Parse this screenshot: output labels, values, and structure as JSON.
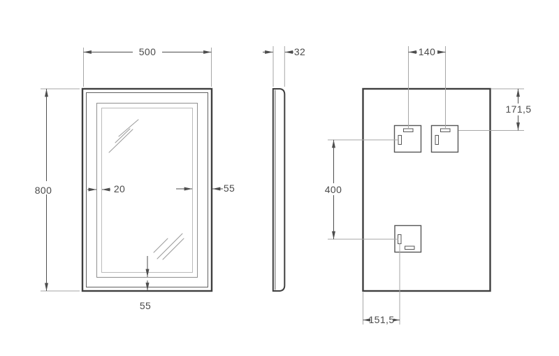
{
  "views": {
    "front": {
      "dimensions": {
        "width": "500",
        "height": "800",
        "frame_gap": "20",
        "frame_inset_right": "55",
        "frame_inset_bottom": "55"
      }
    },
    "side": {
      "dimensions": {
        "depth": "32"
      }
    },
    "back": {
      "dimensions": {
        "bracket_spacing": "140",
        "bracket_top_offset": "171,5",
        "bracket_vertical_spacing": "400",
        "bracket_left_offset": "151,5"
      }
    }
  },
  "colors": {
    "background": "#ffffff",
    "outline_dark": "#3f3f3f",
    "outline_secondary": "#606060",
    "frame_medium": "#8f8f8f",
    "frame_light": "#bababa",
    "bracket": "#565656",
    "dimension_line": "#4d4d4d",
    "extension_line": "#a6a6a6",
    "label_text": "#4a4a4a",
    "shine_mark": "#9a9a9a"
  }
}
